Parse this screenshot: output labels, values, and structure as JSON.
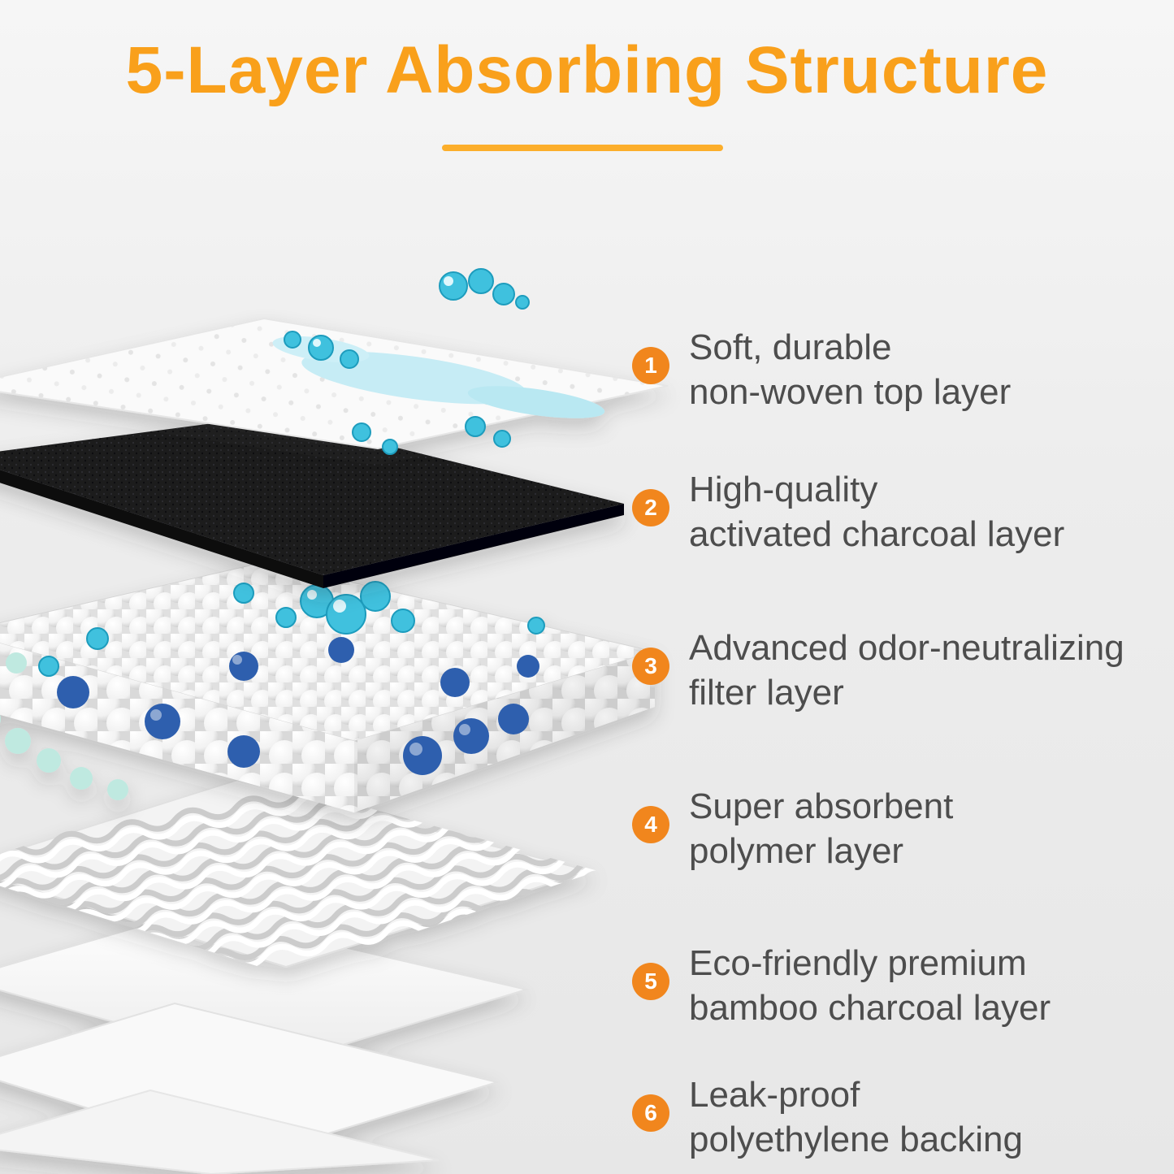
{
  "page": {
    "title": "5-Layer Absorbing Structure",
    "background": "#ededed"
  },
  "colors": {
    "accent": "#F1861D",
    "title_orange": "#F9A01B",
    "divider_orange": "#FCAE2B",
    "text_gray": "#4D4D4D",
    "charcoal": "#1B1B1E",
    "droplet": "#3FC1DE",
    "bead_blue": "#2E5FAE",
    "bead_mint": "#BFE9E0"
  },
  "layers": [
    {
      "number": "1",
      "line1": "Soft, durable",
      "line2": "non-woven top layer"
    },
    {
      "number": "2",
      "line1": "High-quality",
      "line2": "activated charcoal layer"
    },
    {
      "number": "3",
      "line1": "Advanced odor-neutralizing",
      "line2": "filter layer"
    },
    {
      "number": "4",
      "line1": "Super absorbent",
      "line2": "polymer layer"
    },
    {
      "number": "5",
      "line1": "Eco-friendly premium",
      "line2": "bamboo charcoal layer"
    },
    {
      "number": "6",
      "line1": "Leak-proof",
      "line2": "polyethylene backing"
    }
  ],
  "illustration": {
    "description": "exploded view of five stacked absorbent pad layers with water droplets",
    "parts": [
      "water-droplets",
      "non-woven-top-sheet",
      "activated-charcoal-sheet",
      "absorbent-bead-layer",
      "corrugated-filter-layer",
      "backing-sheets"
    ]
  }
}
